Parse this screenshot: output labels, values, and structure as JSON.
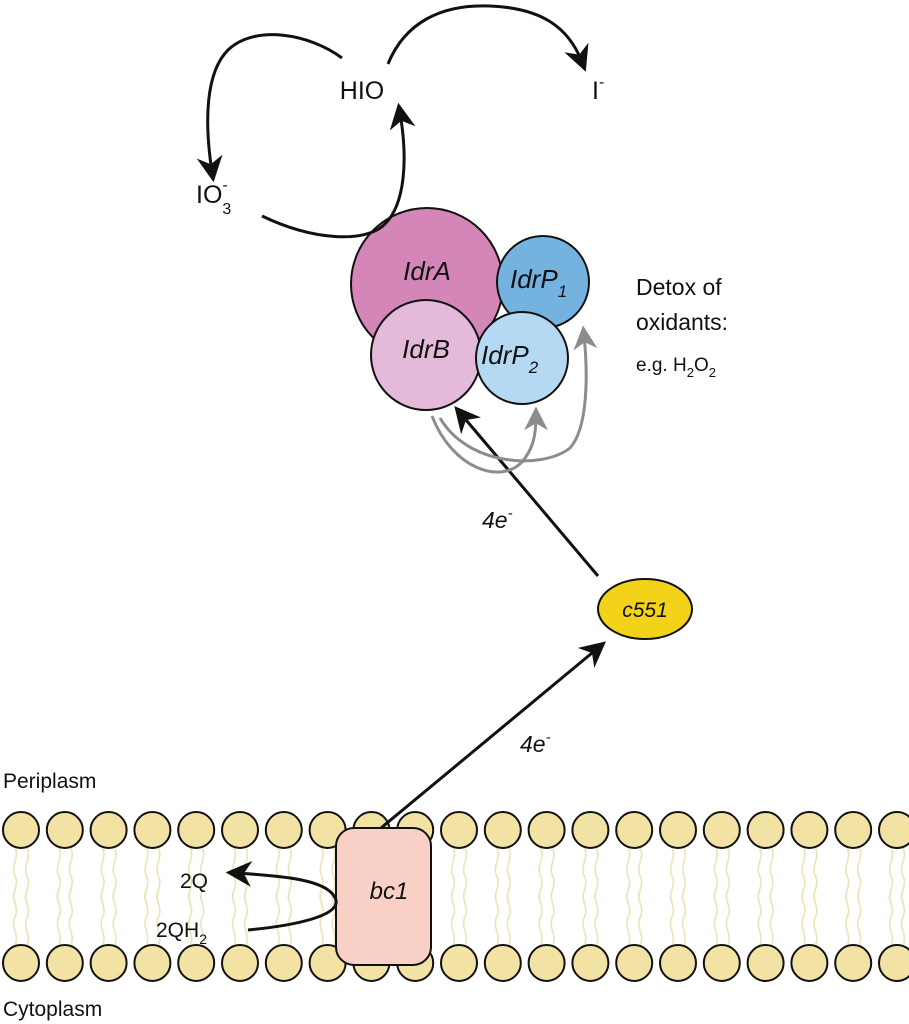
{
  "labels": {
    "hio": "HIO",
    "iodide": "I",
    "iodide_charge": "-",
    "iodate_base": "IO",
    "iodate_sub": "3",
    "iodate_charge": "-",
    "idrA": "IdrA",
    "idrB": "IdrB",
    "idrP1_base": "IdrP",
    "idrP1_sub": "1",
    "idrP2_base": "IdrP",
    "idrP2_sub": "2",
    "detox_line1": "Detox of",
    "detox_line2": "oxidants:",
    "detox_line3_prefix": "e.g. H",
    "detox_line3_sub1": "2",
    "detox_line3_mid": "O",
    "detox_line3_sub2": "2",
    "electrons_upper": "4e",
    "electrons_upper_charge": "-",
    "electrons_lower": "4e",
    "electrons_lower_charge": "-",
    "c551": "c551",
    "bc1": "bc1",
    "periplasm": "Periplasm",
    "cytoplasm": "Cytoplasm",
    "quinone": "2Q",
    "quinol_base": "2QH",
    "quinol_sub": "2"
  },
  "colors": {
    "idrA": "#d486b9",
    "idrB": "#e4b9da",
    "idrP1": "#74b2e0",
    "idrP2": "#b5d9f2",
    "c551": "#f3d21a",
    "bc1": "#f8d0c6",
    "lipid_head": "#f2e2a4",
    "lipid_tail": "#ece3b8",
    "gray_arrow": "#8c8c8c",
    "black": "#111111"
  }
}
